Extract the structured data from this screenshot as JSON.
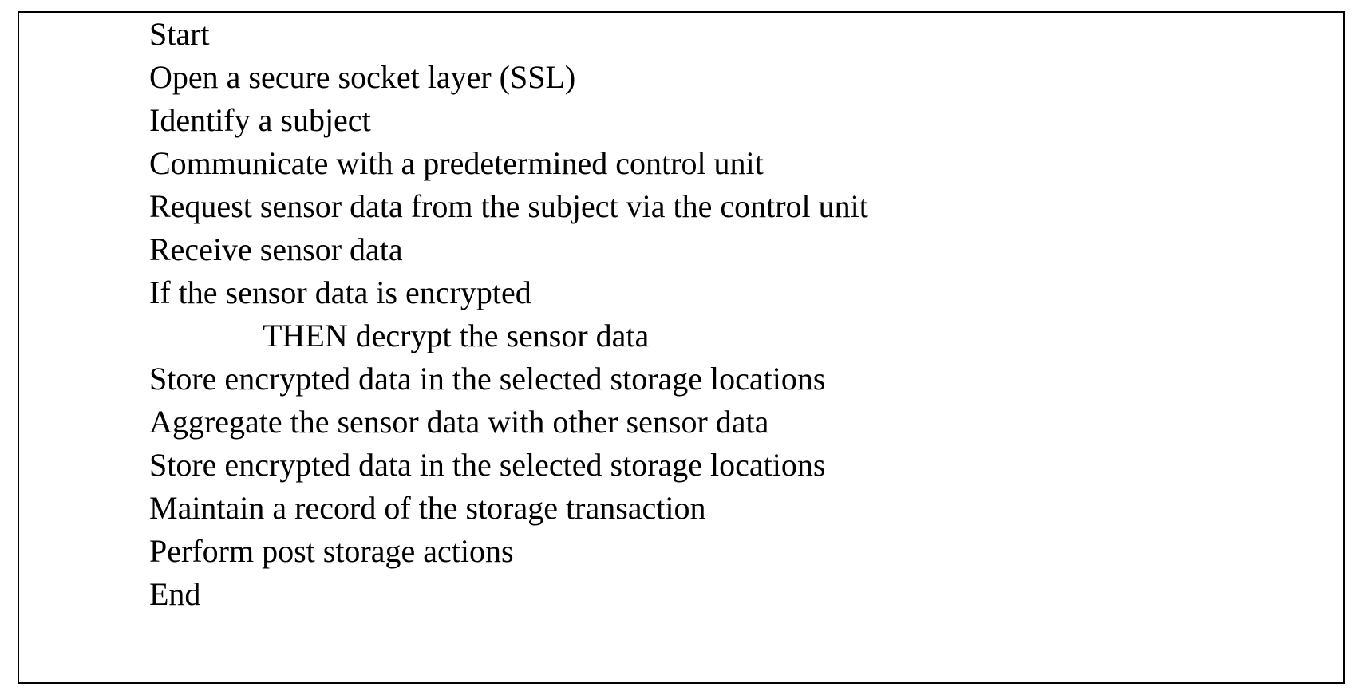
{
  "procedure": {
    "lines": [
      "Start",
      "Open a secure socket layer (SSL)",
      "Identify a subject",
      "Communicate with a predetermined control unit",
      "Request sensor data from the subject via the control unit",
      "Receive sensor data",
      "If the sensor data is encrypted",
      "THEN decrypt the sensor data",
      "Store encrypted data in the selected storage locations",
      "Aggregate the sensor data with other sensor data",
      "Store encrypted data in the selected storage locations",
      "Maintain a record of the storage transaction",
      "Perform post storage actions",
      "End"
    ]
  }
}
